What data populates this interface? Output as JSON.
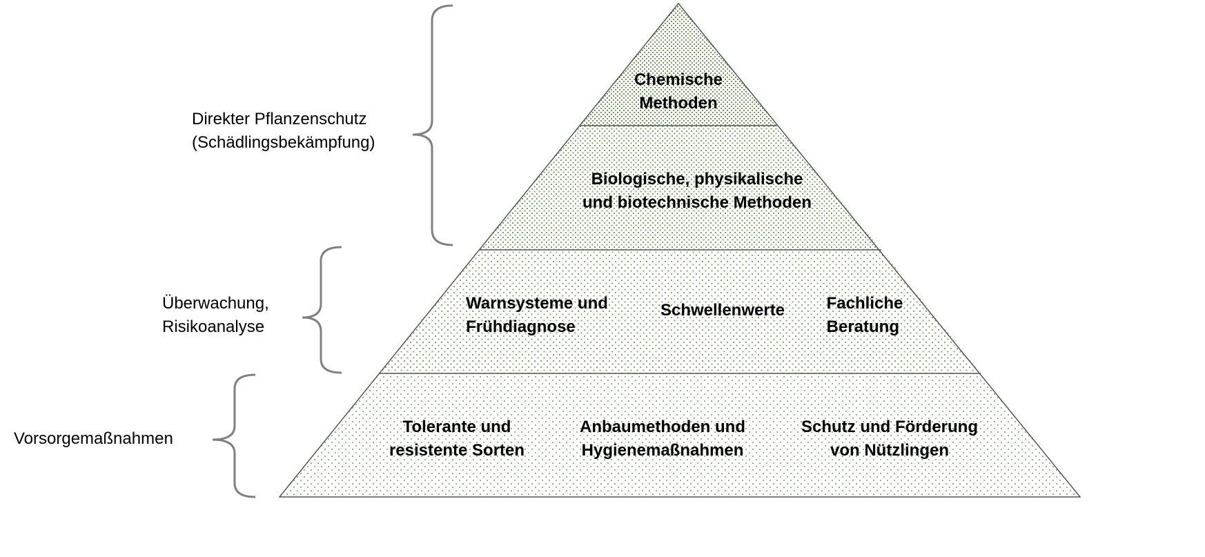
{
  "side_labels": {
    "direct": {
      "line1": "Direkter Pflanzenschutz",
      "line2": "(Schädlingsbekämpfung)"
    },
    "monitoring": {
      "line1": "Überwachung,",
      "line2": "Risikoanalyse"
    },
    "prevention": {
      "line1": "Vorsorgemaßnahmen"
    }
  },
  "pyramid": {
    "level1": {
      "line1": "Chemische",
      "line2": "Methoden"
    },
    "level2": {
      "line1": "Biologische, physikalische",
      "line2": "und biotechnische Methoden"
    },
    "level3": [
      {
        "line1": "Warnsysteme und",
        "line2": "Frühdiagnose"
      },
      {
        "line1": "Schwellenwerte"
      },
      {
        "line1": "Fachliche",
        "line2": "Beratung"
      }
    ],
    "level4": [
      {
        "line1": "Tolerante und",
        "line2": "resistente Sorten"
      },
      {
        "line1": "Anbaumethoden und",
        "line2": "Hygienemaßnahmen"
      },
      {
        "line1": "Schutz und Förderung",
        "line2": "von Nützlingen"
      }
    ]
  },
  "colors": {
    "dots": "#6e9a55",
    "line": "#808080"
  }
}
